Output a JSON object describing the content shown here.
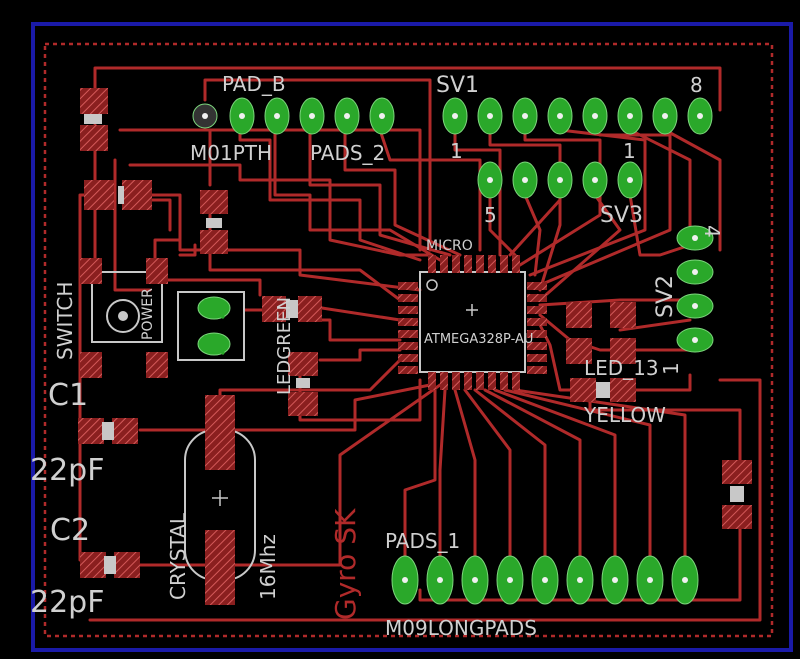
{
  "colors": {
    "background": "#000000",
    "board_edge": "#1a1aa8",
    "trace": "#b02a2a",
    "pad": "#2aa82a",
    "silkscreen": "#d0d0d0"
  },
  "labels": {
    "pad_b": "PAD_B",
    "m01pth": "M01PTH",
    "pads_2": "PADS_2",
    "sv1": "SV1",
    "sv1_num8": "8",
    "sv1_num1a": "1",
    "sv1_num1b": "1",
    "sv3_num5": "5",
    "sv3": "SV3",
    "micro": "MICRO",
    "atmega": "ATMEGA328P-AU",
    "switch": "SWITCH",
    "power": "POWER",
    "ledgreen": "LEDGREEN",
    "c1": "C1",
    "c1_val": "22pF",
    "c2": "C2",
    "c2_val": "22pF",
    "crystal": "CRYSTAL",
    "freq": "16Mhz",
    "gyro": "Gyro SK",
    "pads_1": "PADS_1",
    "m09": "M09LONGPADS",
    "led13": "LED_13",
    "yellow": "YELLOW",
    "sv2": "SV2",
    "sv2_num4": "4",
    "sv2_num1": "1"
  }
}
